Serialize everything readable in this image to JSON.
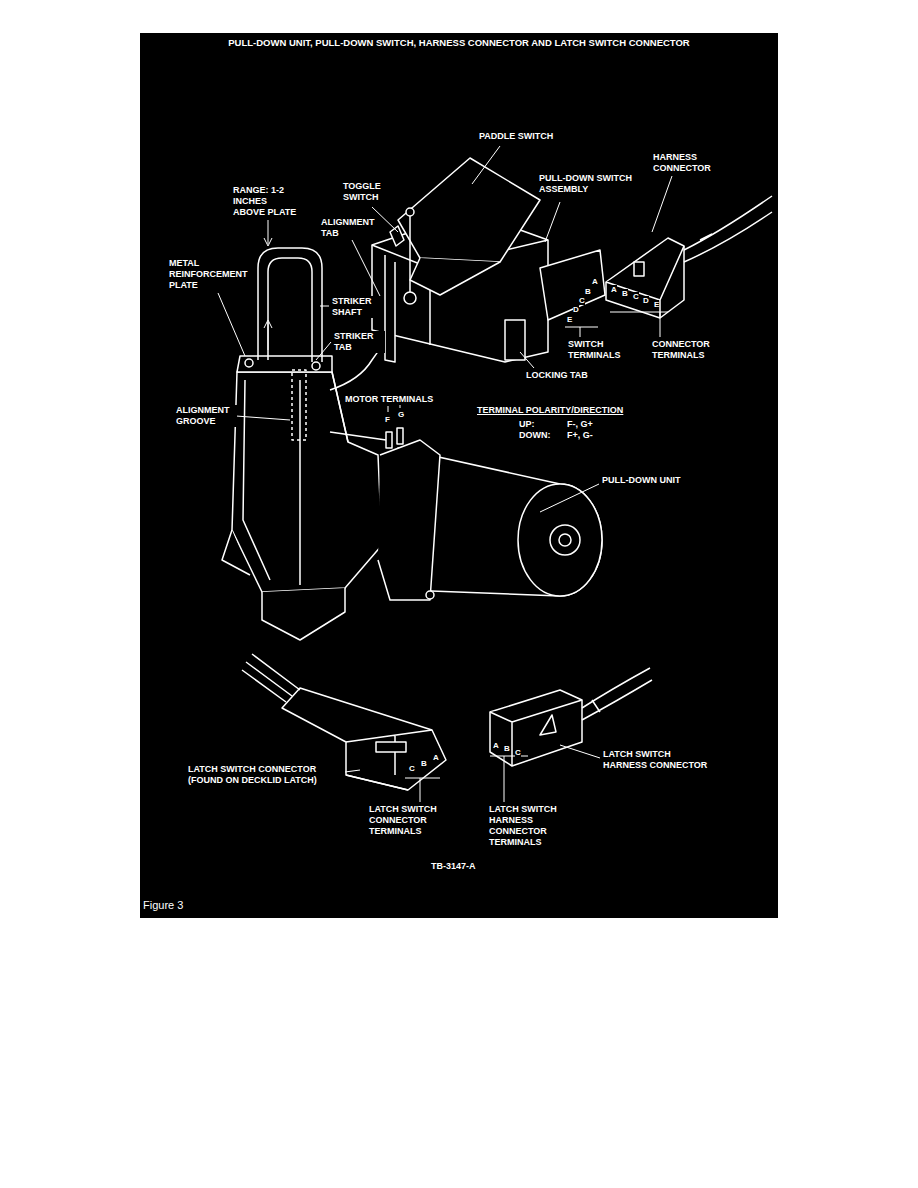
{
  "diagram": {
    "title": "PULL-DOWN UNIT, PULL-DOWN SWITCH, HARNESS CONNECTOR AND LATCH SWITCH CONNECTOR",
    "caption": "Figure 3",
    "labels": [
      "PADDLE SWITCH",
      "HARNESS CONNECTOR",
      "PULL-DOWN SWITCH ASSEMBLY",
      "TOGGLE SWITCH",
      "RANGE: 1-2 INCHES ABOVE PLATE",
      "ALIGNMENT TAB",
      "METAL REINFORCEMENT PLATE",
      "STRIKER SHAFT",
      "STRIKER TAB",
      "ALIGNMENT GROOVE",
      "MOTOR TERMINALS",
      "F",
      "G",
      "A",
      "B",
      "C",
      "D",
      "E",
      "A",
      "B",
      "C",
      "D",
      "E",
      "SWITCH TERMINALS",
      "CONNECTOR TERMINALS",
      "LOCKING TAB",
      "TERMINAL POLARITY/DIRECTION",
      "UP:",
      "F-, G+",
      "DOWN:",
      "F+, G-",
      "PULL-DOWN UNIT",
      "C",
      "B",
      "A",
      "A",
      "B",
      "C",
      "LATCH SWITCH CONNECTOR (FOUND ON DECKLID LATCH)",
      "LATCH SWITCH HARNESS CONNECTOR",
      "LATCH SWITCH CONNECTOR TERMINALS",
      "LATCH SWITCH HARNESS CONNECTOR TERMINALS",
      "TB-3147-A"
    ]
  }
}
